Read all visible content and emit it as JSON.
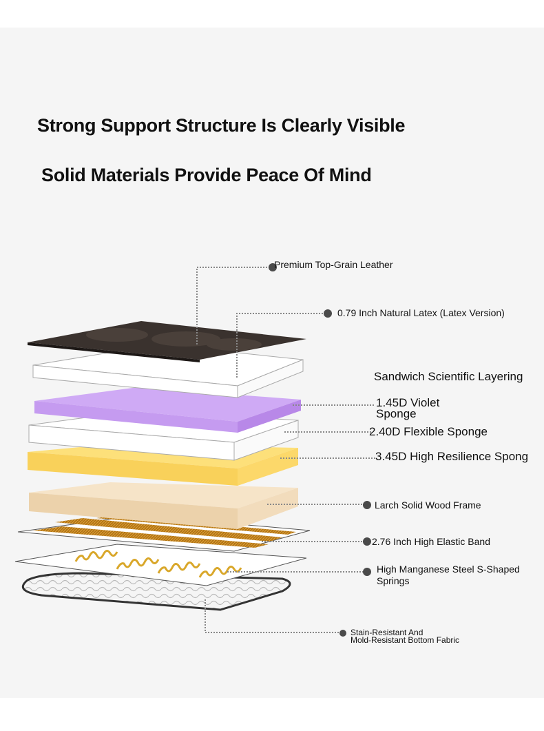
{
  "headline": {
    "line1": "Strong Support Structure Is Clearly Visible",
    "line2": "Solid Materials Provide Peace Of Mind"
  },
  "section_title": "Sandwich Scientific Layering",
  "layers": [
    {
      "label": "Premium Top-Grain Leather",
      "color": "#2b2522"
    },
    {
      "label": "0.79 Inch Natural Latex (Latex Version)",
      "color": "#ffffff"
    },
    {
      "label_line1": "1.45D Violet",
      "label_line2": "Sponge",
      "color": "#c59bf0"
    },
    {
      "label": "2.40D Flexible Sponge",
      "color": "#ffffff"
    },
    {
      "label": "3.45D High Resilience Spong",
      "color": "#fcd86a"
    },
    {
      "label": "Larch Solid Wood Frame",
      "color": "#f2dcbc"
    },
    {
      "label": "2.76 Inch High Elastic Band",
      "color": "#b27416"
    },
    {
      "label_line1": "High Manganese Steel S-Shaped",
      "label_line2": "Springs",
      "color": "#d9a72a"
    },
    {
      "label_line1": "Stain-Resistant And",
      "label_line2": "Mold-Resistant Bottom Fabric",
      "color": "#dcdcdc"
    }
  ]
}
